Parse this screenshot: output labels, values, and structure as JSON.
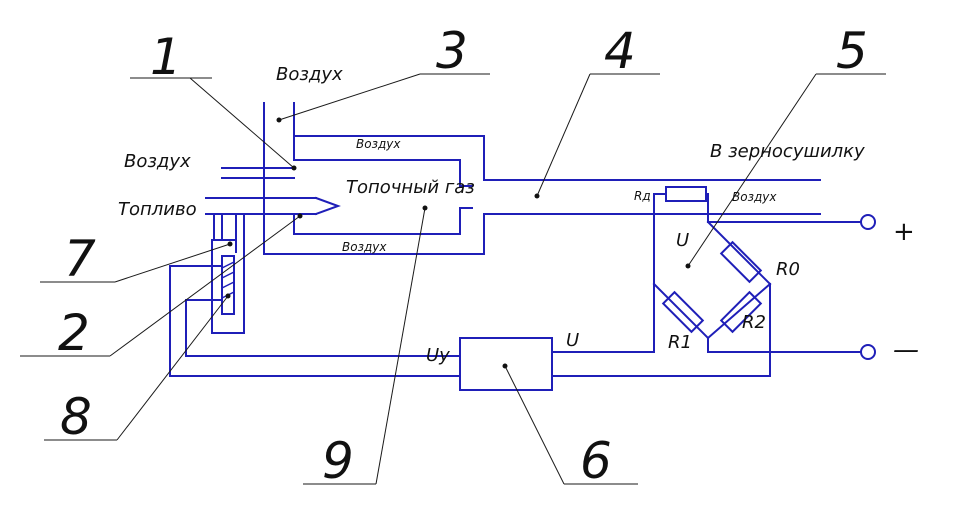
{
  "labels": {
    "air_top": "Воздух",
    "air_left": "Воздух",
    "fuel": "Топливо",
    "air_chamber_top": "Воздух",
    "air_chamber_bottom": "Воздух",
    "furnace_gas": "Топочный газ",
    "to_dryer": "В зерносушилку",
    "air_sensor": "Воздух",
    "rd": "Rд",
    "r0": "R0",
    "r1": "R1",
    "r2": "R2",
    "u_bridge": "U",
    "u_amp": "U",
    "uy": "Uy",
    "plus": "+",
    "minus": "—"
  },
  "callouts": [
    "1",
    "2",
    "3",
    "4",
    "5",
    "6",
    "7",
    "8",
    "9"
  ],
  "colors": {
    "wire": "#1f1fb8",
    "leader": "#1a1a1a",
    "text": "#111111"
  }
}
